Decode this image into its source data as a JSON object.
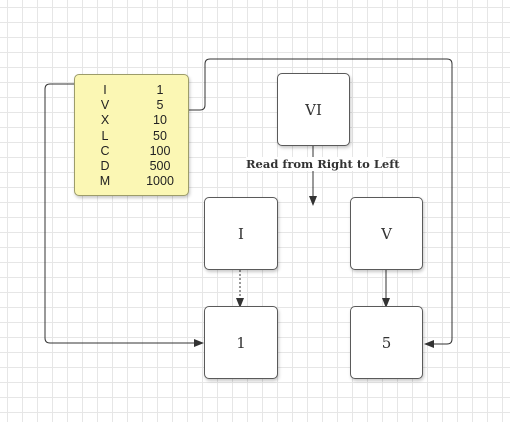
{
  "legend": {
    "rows": [
      {
        "symbol": "I",
        "value": "1"
      },
      {
        "symbol": "V",
        "value": "5"
      },
      {
        "symbol": "X",
        "value": "10"
      },
      {
        "symbol": "L",
        "value": "50"
      },
      {
        "symbol": "C",
        "value": "100"
      },
      {
        "symbol": "D",
        "value": "500"
      },
      {
        "symbol": "M",
        "value": "1000"
      }
    ]
  },
  "nodes": {
    "input": "VI",
    "note": "Read from Right to Left",
    "left_symbol": "I",
    "right_symbol": "V",
    "left_value": "1",
    "right_value": "5"
  },
  "colors": {
    "legend_fill": "#fbf7b4",
    "connector": "#333333"
  }
}
